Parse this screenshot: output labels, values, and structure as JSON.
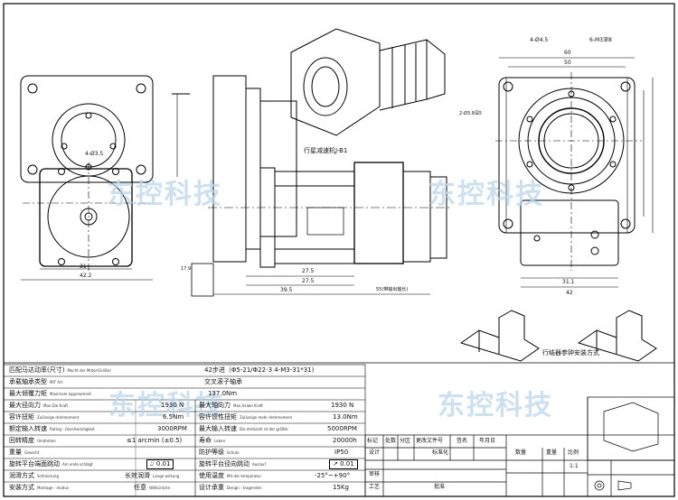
{
  "watermark": "东控科技",
  "drawing_labels": {
    "planetary_reducer": "行星减速机J-B1",
    "sensor_note": "行结器参钟安装方式",
    "left_dims": [
      "31",
      "42.2",
      "4-Ø3.5"
    ],
    "mid_dims": [
      "27.5",
      "27.5",
      "39.5",
      "55(带输出轴长)",
      "17.9"
    ],
    "right_dims": [
      "4-Ø4.5",
      "60",
      "50",
      "6-M3深8",
      "2-Ø3.8深5",
      "31.1",
      "42"
    ]
  },
  "specs": {
    "left": [
      {
        "label": "匹配马达动率(尺寸)",
        "sub": "Macht der Motor(Größe)",
        "value": "42步进（Φ5-21/Φ22-3 4-M3-31*31)",
        "span": true
      },
      {
        "label": "承载轴承类型",
        "sub": "MIT Art",
        "value": "交叉滚子轴承",
        "span": true
      },
      {
        "label": "最大倾覆力矩",
        "sub": "Maximale kippmoment",
        "value": "137.0Nm",
        "span": true
      },
      {
        "label": "最大径向力",
        "sub": "Max Die Kraft",
        "value": "1930 N"
      },
      {
        "label": "容许扭矩",
        "sub": "Zulässige drehmoment",
        "value": "6.5Nm"
      },
      {
        "label": "额定输入转速",
        "sub": "Rating - Geschwindigkeit",
        "value": "3000RPM"
      },
      {
        "label": "回转精度",
        "sub": "Umdrehen",
        "value": "≤1 arcmin (±0.5)"
      },
      {
        "label": "重量",
        "sub": "Gewicht",
        "value": ""
      },
      {
        "label": "旋转平台端面跳动",
        "sub": "Am ende schlägt",
        "value": "0.01"
      },
      {
        "label": "润滑方式",
        "sub": "Schmierung",
        "value": "长效润滑",
        "vsub": "Lange wirkung"
      },
      {
        "label": "安装方式",
        "sub": "Montage - modus",
        "value": "任意",
        "vsub": "Willkürliche"
      }
    ],
    "right": [
      {
        "label": "最大轴向力",
        "sub": "Max Axiale Kraft",
        "value": "1930 N"
      },
      {
        "label": "容许惯性扭矩",
        "sub": "Zulässige mehr drehmoment",
        "value": "13.0Nm"
      },
      {
        "label": "最大输入转速",
        "sub": "Die drehzahl ist der größte",
        "value": "5000RPM"
      },
      {
        "label": "寿命",
        "sub": "Leben",
        "value": "20000h"
      },
      {
        "label": "防护等级",
        "sub": "Schutz",
        "value": "IP50"
      },
      {
        "label": "旋转平台径向跳动",
        "sub": "Auslauf",
        "value": "0.01"
      },
      {
        "label": "使用温度",
        "sub": "Mit der temperatur",
        "value": "-25°~+90°"
      },
      {
        "label": "设计承重",
        "sub": "Design - tragenden",
        "value": "15Kg"
      }
    ]
  },
  "title_block": {
    "rev_headers": [
      "标记",
      "处数",
      "分区",
      "更改文件号",
      "签名",
      "年月日"
    ],
    "role_labels": [
      "设计",
      "标准化",
      "审核",
      "工艺",
      "批准"
    ],
    "info_headers": [
      "数量",
      "重量",
      "比例"
    ],
    "scale": "1:1"
  }
}
